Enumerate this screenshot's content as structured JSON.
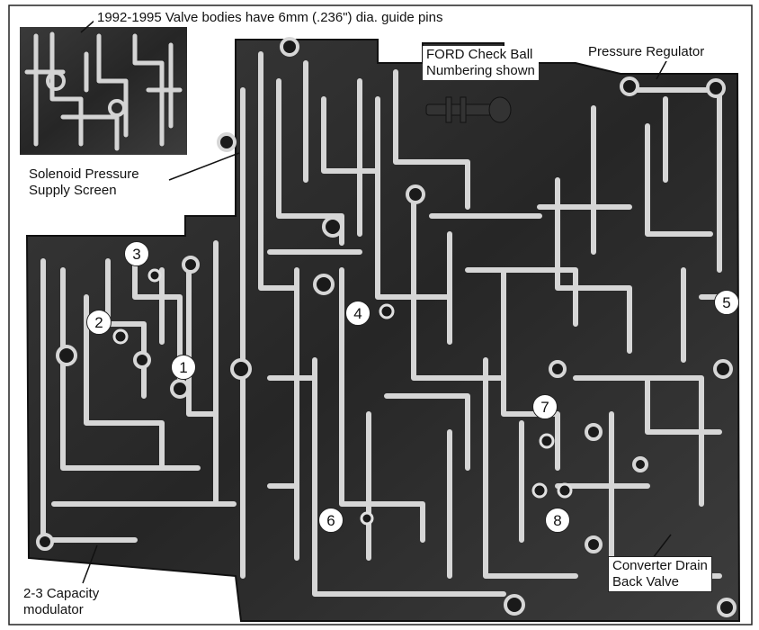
{
  "labels": {
    "guide_pins_note": "1992-1995 Valve bodies have 6mm (.236\") dia. guide pins",
    "ford_check_ball": "FORD Check Ball\nNumbering shown",
    "pressure_regulator": "Pressure Regulator",
    "solenoid_screen": "Solenoid Pressure\nSupply Screen",
    "capacity_modulator": "2-3 Capacity\nmodulator",
    "converter_drain": "Converter Drain\nBack Valve"
  },
  "check_balls": [
    "1",
    "2",
    "3",
    "4",
    "5",
    "6",
    "7",
    "8"
  ],
  "colors": {
    "casting_dark": "#2b2b2b",
    "casting_mid": "#5a5a5a",
    "passage_light": "#d9d9d9",
    "label_bg": "#ffffff",
    "line": "#111111"
  }
}
